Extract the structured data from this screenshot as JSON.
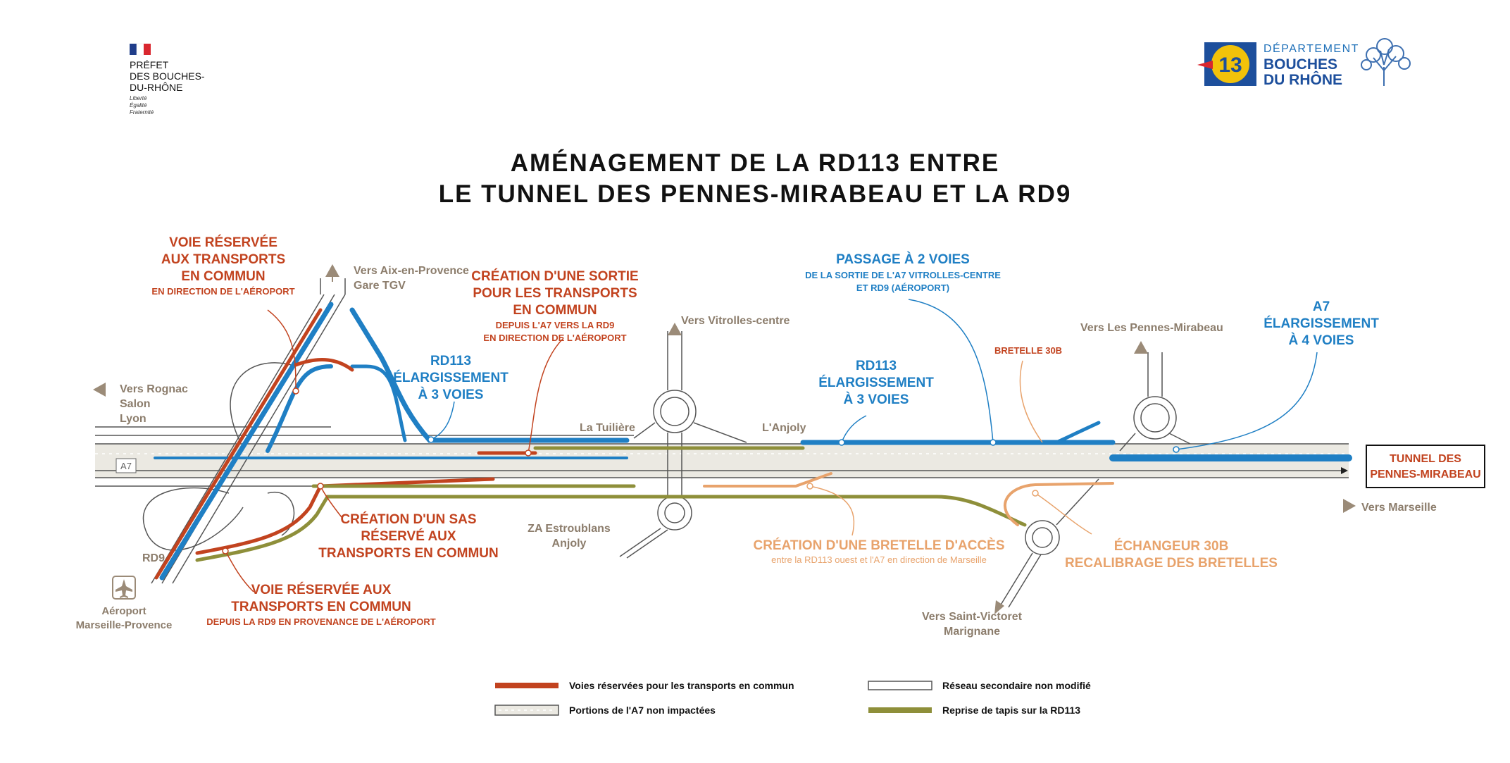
{
  "header": {
    "prefet": {
      "line1": "PRÉFET",
      "line2": "DES BOUCHES-",
      "line3": "DU-RHÔNE",
      "motto1": "Liberté",
      "motto2": "Égalité",
      "motto3": "Fraternité"
    },
    "departement": {
      "label": "DÉPARTEMENT",
      "name1": "BOUCHES",
      "name2": "DU RHÔNE",
      "badge": "13"
    }
  },
  "title": {
    "line1": "AMÉNAGEMENT DE LA RD113 ENTRE",
    "line2": "LE TUNNEL DES PENNES-MIRABEAU ET LA RD9"
  },
  "directions": {
    "aix": [
      "Vers Aix-en-Provence",
      "Gare TGV"
    ],
    "rognac": [
      "Vers Rognac",
      "Salon",
      "Lyon"
    ],
    "vitrolles": "Vers Vitrolles-centre",
    "pennes": "Vers Les Pennes-Mirabeau",
    "marseille": "Vers Marseille",
    "saint_victoret": [
      "Vers Saint-Victoret",
      "Marignane"
    ],
    "aeroport": [
      "Aéroport",
      "Marseille-Provence"
    ]
  },
  "places": {
    "la_tuiliere": "La Tuilière",
    "anjoly": "L'Anjoly",
    "za": [
      "ZA Estroublans",
      "Anjoly"
    ],
    "rd9": "RD9",
    "a7": "A7",
    "bretelle_30b": "BRETELLE 30B",
    "tunnel": [
      "TUNNEL DES",
      "PENNES-MIRABEAU"
    ]
  },
  "callouts": {
    "voie_reservee_aeroport": {
      "lines": [
        "VOIE RÉSERVÉE",
        "AUX TRANSPORTS",
        "EN COMMUN"
      ],
      "sub": "EN DIRECTION DE L'AÉROPORT"
    },
    "creation_sortie": {
      "lines": [
        "CRÉATION D'UNE SORTIE",
        "POUR LES TRANSPORTS",
        "EN COMMUN"
      ],
      "sub": [
        "DEPUIS L'A7 VERS LA RD9",
        "EN DIRECTION DE L'AÉROPORT"
      ]
    },
    "rd113_elargissement_1": [
      "RD113",
      "ÉLARGISSEMENT",
      "À 3 VOIES"
    ],
    "rd113_elargissement_2": [
      "RD113",
      "ÉLARGISSEMENT",
      "À 3 VOIES"
    ],
    "passage_2_voies": {
      "title": "PASSAGE À 2 VOIES",
      "sub": [
        "DE LA SORTIE DE L'A7 VITROLLES-CENTRE",
        "ET RD9 (AÉROPORT)"
      ]
    },
    "a7_elargissement": [
      "A7",
      "ÉLARGISSEMENT",
      "À 4 VOIES"
    ],
    "sas": [
      "CRÉATION D'UN SAS",
      "RÉSERVÉ AUX",
      "TRANSPORTS EN COMMUN"
    ],
    "voie_reservee_rd9": {
      "lines": [
        "VOIE RÉSERVÉE AUX",
        "TRANSPORTS EN COMMUN"
      ],
      "sub": "DEPUIS LA RD9 EN PROVENANCE DE L'AÉROPORT"
    },
    "bretelle_acces": {
      "title": "CRÉATION D'UNE BRETELLE D'ACCÈS",
      "sub": "entre la RD113 ouest et l'A7 en direction de Marseille"
    },
    "echangeur_30b": [
      "ÉCHANGEUR 30B",
      "RECALIBRAGE DES BRETELLES"
    ]
  },
  "legend": {
    "transports": "Voies réservées pour les transports en commun",
    "reseau": "Réseau secondaire non modifié",
    "a7": "Portions de l'A7 non impactées",
    "tapis": "Reprise de tapis sur la RD113"
  },
  "colors": {
    "red": "#c2431f",
    "blue": "#1f7fc4",
    "olive": "#8e8f3a",
    "orange": "#e8a36c",
    "taupe": "#9b8b78",
    "navy": "#1b2a55",
    "lightgray": "#dcdad2"
  },
  "icons": [
    "flag-icon",
    "badge-13-icon",
    "tree-icon",
    "airplane-icon",
    "arrow-icon"
  ]
}
